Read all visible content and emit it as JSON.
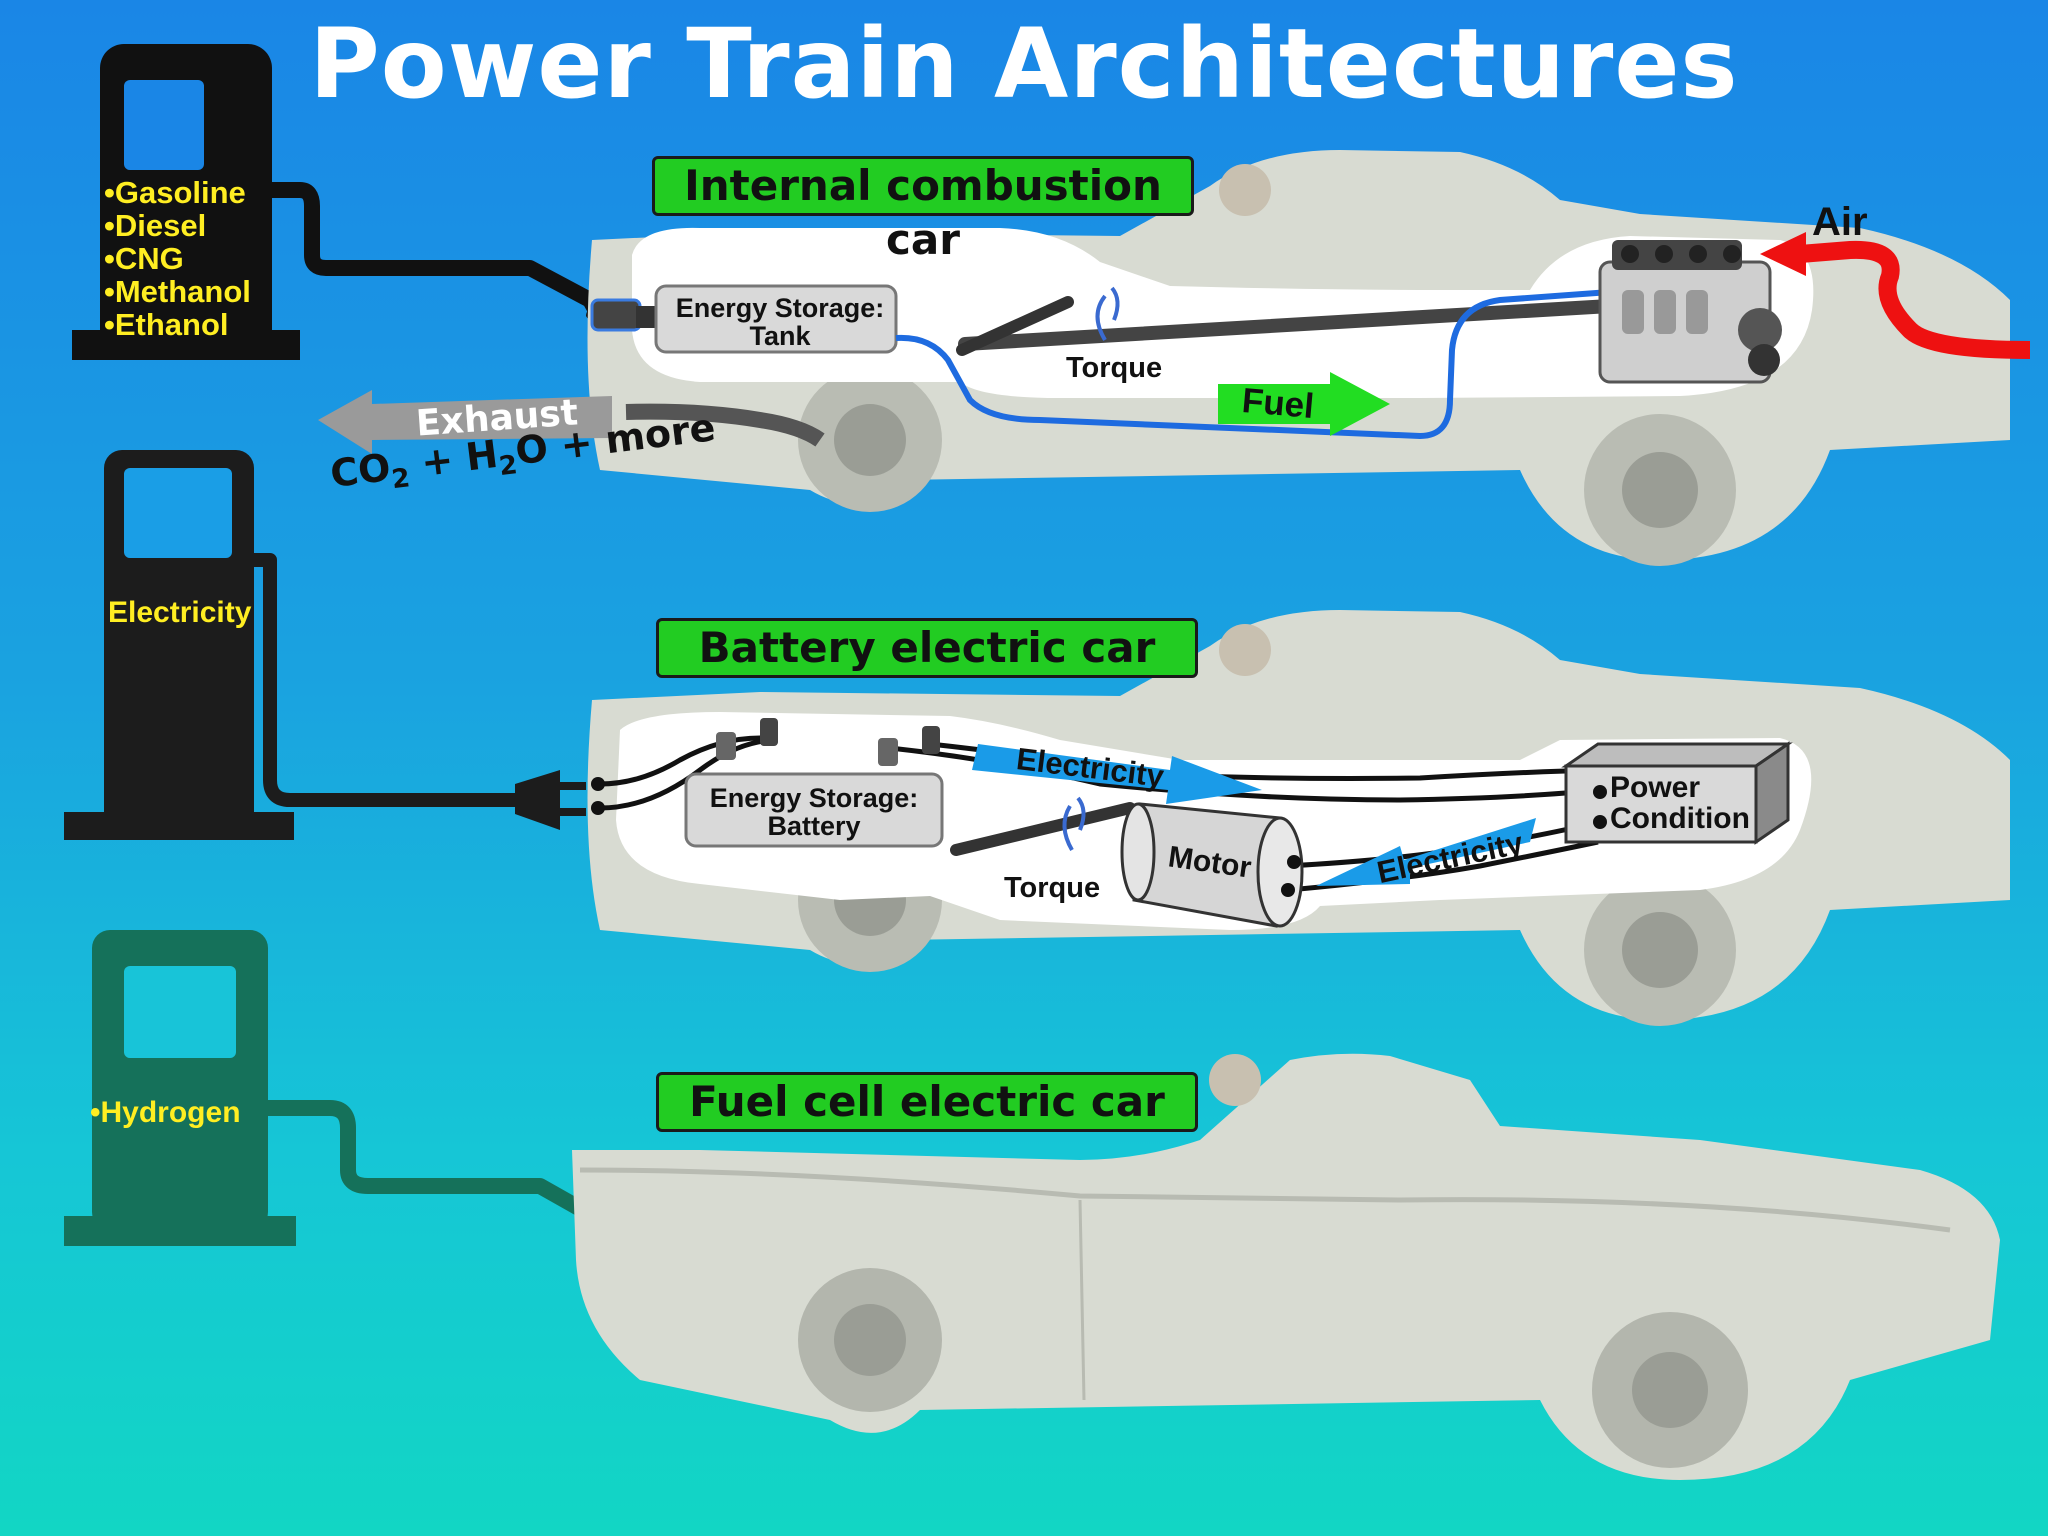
{
  "title": "Power Train Architectures",
  "pumps": {
    "fuel": {
      "items": [
        "•Gasoline",
        "•Diesel",
        "•CNG",
        "•Methanol",
        "•Ethanol"
      ],
      "color": "#111111"
    },
    "electric": {
      "label": "Electricity",
      "color": "#1c1c1c"
    },
    "hydrogen": {
      "label": "•Hydrogen",
      "color": "#15715a"
    }
  },
  "cars": {
    "ice": {
      "label": "Internal combustion car",
      "storage": [
        "Energy Storage:",
        "Tank"
      ],
      "torque": "Torque",
      "fuel": "Fuel",
      "air": "Air",
      "exhaust": "Exhaust",
      "emissions": {
        "a": "CO",
        "a_sub": "2",
        "b": " + H",
        "b_sub": "2",
        "c": "O + more"
      }
    },
    "bev": {
      "label": "Battery electric car",
      "storage": [
        "Energy Storage:",
        "Battery"
      ],
      "torque": "Torque",
      "electricity_top": "Electricity",
      "electricity_bottom": "Electricity",
      "motor": "Motor",
      "power": [
        "Power",
        "Condition"
      ]
    },
    "fcev": {
      "label": "Fuel cell electric car"
    }
  },
  "colors": {
    "label_green": "#22cc22",
    "fuel_line": "#1e6be0",
    "air_arrow": "#ee1111",
    "electricity_arrow": "#1a9be8",
    "car_body": "#d8dbd2"
  }
}
